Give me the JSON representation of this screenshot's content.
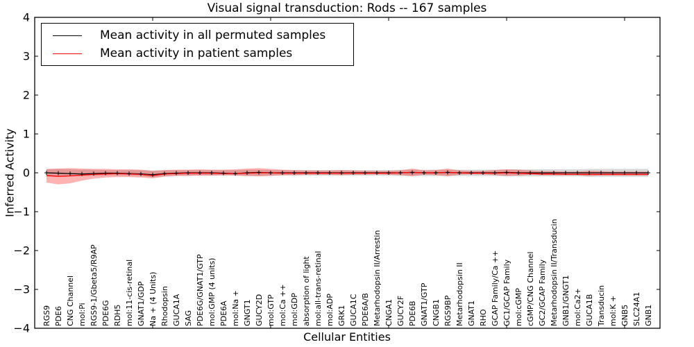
{
  "figure": {
    "title": "Visual signal transduction: Rods -- 167 samples",
    "xlabel": "Cellular Entities",
    "ylabel": "Inferred Activity"
  },
  "legend": {
    "entries": [
      {
        "label": "Mean activity in all permuted samples",
        "color": "#000000"
      },
      {
        "label": "Mean activity in patient samples",
        "color": "#ff0000"
      }
    ]
  },
  "chart_data": {
    "type": "line",
    "title": "Visual signal transduction: Rods -- 167 samples",
    "xlabel": "Cellular Entities",
    "ylabel": "Inferred Activity",
    "ylim": [
      -4,
      4
    ],
    "yticks": [
      "4",
      "3",
      "2",
      "1",
      "0",
      "−1",
      "−2",
      "−3",
      "−4"
    ],
    "xticks_major": [
      10,
      20,
      30,
      40,
      50
    ],
    "grid": false,
    "legend_position": "upper left",
    "categories": [
      "RGS9",
      "PDE6",
      "CNG Channel",
      "mol:Pi",
      "RGS9-1/Gbeta5/R9AP",
      "PDE6G",
      "RDH5",
      "mol:11-cis-retinal",
      "GNAT1/GDP",
      "Na + (4 Units)",
      "Rhodopsin",
      "GUCA1A",
      "SAG",
      "PDE6G/GNAT1/GTP",
      "mol:GMP (4 units)",
      "PDE6A",
      "mol:Na +",
      "GNGT1",
      "GUCY2D",
      "mol:GTP",
      "mol:Ca ++",
      "mol:GDP",
      "absorption of light",
      "mol:all-trans-retinal",
      "mol:ADP",
      "GRK1",
      "GUCA1C",
      "PDE6A/B",
      "Metarhodopsin II/Arrestin",
      "CNGA1",
      "GUCY2F",
      "PDE6B",
      "GNAT1/GTP",
      "CNGB1",
      "RGS9BP",
      "Metarhodopsin II",
      "GNAT1",
      "RHO",
      "GCAP Family/Ca ++",
      "GC1/GCAP Family",
      "mol:cGMP",
      "cGMP/CNG Channel",
      "GC2/GCAP Family",
      "Metarhodopsin II/Transducin",
      "GNB1/GNGT1",
      "mol:Ca2+",
      "GUCA1B",
      "Transducin",
      "mol:K +",
      "GNB5",
      "SLC24A1",
      "GNB1"
    ],
    "series": [
      {
        "name": "Mean activity in all permuted samples",
        "color": "#000000",
        "marker": "+",
        "band_color": "rgba(125,125,125,0.30)",
        "values": [
          0.0,
          -0.01,
          -0.02,
          -0.03,
          -0.02,
          -0.01,
          -0.01,
          -0.02,
          -0.03,
          -0.05,
          -0.02,
          -0.01,
          0,
          0,
          0,
          -0.01,
          -0.02,
          0,
          0.01,
          0,
          0,
          0,
          0,
          0,
          0,
          0,
          0,
          0,
          0,
          0,
          0,
          0.01,
          0,
          0,
          0.01,
          0,
          0,
          0,
          0,
          0.01,
          0,
          0,
          0,
          0,
          0,
          0,
          0,
          0,
          0,
          0,
          0,
          0
        ],
        "band_upper": [
          0.09,
          0.1,
          0.09,
          0.08,
          0.08,
          0.07,
          0.07,
          0.07,
          0.07,
          0.06,
          0.07,
          0.07,
          0.07,
          0.07,
          0.07,
          0.07,
          0.07,
          0.08,
          0.08,
          0.07,
          0.07,
          0.07,
          0.07,
          0.07,
          0.07,
          0.07,
          0.07,
          0.07,
          0.07,
          0.07,
          0.08,
          0.08,
          0.08,
          0.08,
          0.08,
          0.08,
          0.08,
          0.08,
          0.08,
          0.09,
          0.09,
          0.09,
          0.09,
          0.09,
          0.09,
          0.09,
          0.1,
          0.1,
          0.1,
          0.1,
          0.1,
          0.1
        ],
        "band_lower": [
          -0.09,
          -0.1,
          -0.09,
          -0.08,
          -0.08,
          -0.07,
          -0.07,
          -0.07,
          -0.08,
          -0.12,
          -0.08,
          -0.07,
          -0.07,
          -0.07,
          -0.07,
          -0.07,
          -0.07,
          -0.08,
          -0.08,
          -0.07,
          -0.07,
          -0.07,
          -0.07,
          -0.07,
          -0.07,
          -0.07,
          -0.07,
          -0.07,
          -0.07,
          -0.07,
          -0.08,
          -0.08,
          -0.08,
          -0.08,
          -0.08,
          -0.08,
          -0.08,
          -0.08,
          -0.08,
          -0.09,
          -0.09,
          -0.09,
          -0.09,
          -0.09,
          -0.09,
          -0.09,
          -0.1,
          -0.1,
          -0.1,
          -0.1,
          -0.1,
          -0.1
        ]
      },
      {
        "name": "Mean activity in patient samples",
        "color": "#ff0000",
        "marker": "none",
        "band_color": "rgba(255,0,0,0.30)",
        "values": [
          -0.07,
          -0.09,
          -0.08,
          -0.06,
          -0.04,
          -0.03,
          -0.02,
          -0.03,
          -0.04,
          -0.07,
          -0.03,
          -0.02,
          -0.01,
          -0.01,
          -0.01,
          -0.02,
          -0.02,
          -0.01,
          0,
          0,
          -0.01,
          -0.01,
          -0.01,
          -0.01,
          -0.01,
          -0.01,
          -0.01,
          -0.01,
          -0.01,
          -0.01,
          0,
          0.01,
          0,
          0,
          0.01,
          0,
          -0.01,
          -0.01,
          -0.01,
          0,
          -0.01,
          -0.02,
          -0.03,
          -0.03,
          -0.04,
          -0.04,
          -0.04,
          -0.04,
          -0.04,
          -0.04,
          -0.04,
          -0.04
        ],
        "band_upper": [
          0.1,
          0.11,
          0.12,
          0.11,
          0.1,
          0.1,
          0.09,
          0.09,
          0.08,
          0.05,
          0.07,
          0.08,
          0.08,
          0.09,
          0.08,
          0.08,
          0.09,
          0.11,
          0.12,
          0.1,
          0.08,
          0.07,
          0.06,
          0.06,
          0.06,
          0.07,
          0.06,
          0.05,
          0.05,
          0.05,
          0.06,
          0.11,
          0.06,
          0.07,
          0.11,
          0.06,
          0.05,
          0.05,
          0.07,
          0.09,
          0.08,
          0.06,
          0.04,
          0.04,
          0.03,
          0.03,
          0.05,
          0.04,
          0.03,
          0.03,
          0.03,
          0.03
        ],
        "band_lower": [
          -0.25,
          -0.3,
          -0.27,
          -0.2,
          -0.15,
          -0.12,
          -0.11,
          -0.11,
          -0.12,
          -0.14,
          -0.1,
          -0.08,
          -0.08,
          -0.07,
          -0.07,
          -0.06,
          -0.07,
          -0.08,
          -0.09,
          -0.08,
          -0.06,
          -0.06,
          -0.05,
          -0.05,
          -0.05,
          -0.06,
          -0.05,
          -0.05,
          -0.04,
          -0.05,
          -0.06,
          -0.09,
          -0.05,
          -0.06,
          -0.09,
          -0.05,
          -0.04,
          -0.04,
          -0.06,
          -0.08,
          -0.07,
          -0.05,
          -0.06,
          -0.06,
          -0.06,
          -0.06,
          -0.08,
          -0.07,
          -0.07,
          -0.07,
          -0.07,
          -0.07
        ]
      }
    ]
  }
}
